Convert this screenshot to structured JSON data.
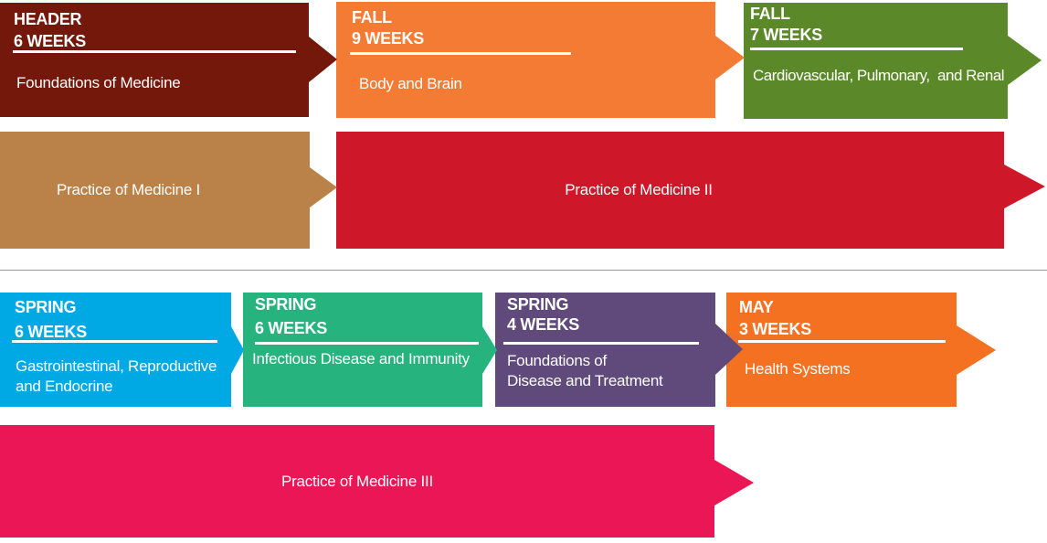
{
  "diagram": {
    "description": "Medical school curriculum schedule diagram with arrow-shaped course blocks",
    "divider_color": "#999999",
    "background_color": "#ffffff",
    "text_color": "#ffffff"
  },
  "blocks": {
    "header_6weeks": {
      "term": "HEADER",
      "duration": "6 WEEKS",
      "title": "Foundations of Medicine",
      "color": "#73180A"
    },
    "fall_9weeks": {
      "term": "FALL",
      "duration": "9 WEEKS",
      "title": "Body and Brain",
      "color": "#F47B33"
    },
    "fall_7weeks": {
      "term": "FALL",
      "duration": "7 WEEKS",
      "title": "Cardiovascular, Pulmonary,  and Renal",
      "color": "#5B8828"
    },
    "pom1": {
      "title": "Practice of Medicine I",
      "color": "#BA8149"
    },
    "pom2": {
      "title": "Practice of Medicine II",
      "color": "#CE1728"
    },
    "spring_gi": {
      "term": "SPRING",
      "duration": "6 WEEKS",
      "title": "Gastrointestinal, Reproductive\nand Endocrine",
      "color": "#00A8E4"
    },
    "spring_id": {
      "term": "SPRING",
      "duration": "6 WEEKS",
      "title": "Infectious Disease and Immunity",
      "color": "#27B37D"
    },
    "spring_4weeks": {
      "term": "SPRING",
      "duration": "4 WEEKS",
      "title": "Foundations of\nDisease and Treatment",
      "color": "#5F4A7B"
    },
    "may_3weeks": {
      "term": "MAY",
      "duration": "3 WEEKS",
      "title": "Health Systems",
      "color": "#F37121"
    },
    "pom3": {
      "title": "Practice of Medicine III",
      "color": "#EA1655"
    }
  }
}
